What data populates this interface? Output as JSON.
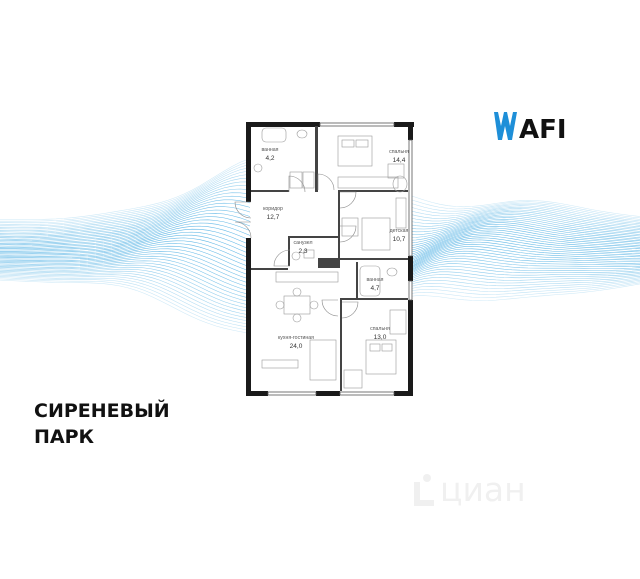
{
  "brand": {
    "name": "AFI",
    "color": "#1e8fd8",
    "project_line1": "СИРЕНЕВЫЙ",
    "project_line2": "ПАРК"
  },
  "watermark": {
    "text": "циан",
    "icon": "cian-logo-icon"
  },
  "rooms": [
    {
      "key": "bath",
      "label": "ванная",
      "area": "4,2"
    },
    {
      "key": "bedroom1",
      "label": "спальня",
      "area": "14,4"
    },
    {
      "key": "corridor",
      "label": "коридор",
      "area": "12,7"
    },
    {
      "key": "kids",
      "label": "детская",
      "area": "10,7"
    },
    {
      "key": "wc",
      "label": "санузел",
      "area": "2,3"
    },
    {
      "key": "bath2",
      "label": "ванная",
      "area": "4,7"
    },
    {
      "key": "kitchen",
      "label": "кухня-гостиная",
      "area": "24,0"
    },
    {
      "key": "bedroom2",
      "label": "спальня",
      "area": "13,0"
    }
  ],
  "colors": {
    "wave": "#3aa6e0",
    "wall": "#1a1a1a"
  }
}
